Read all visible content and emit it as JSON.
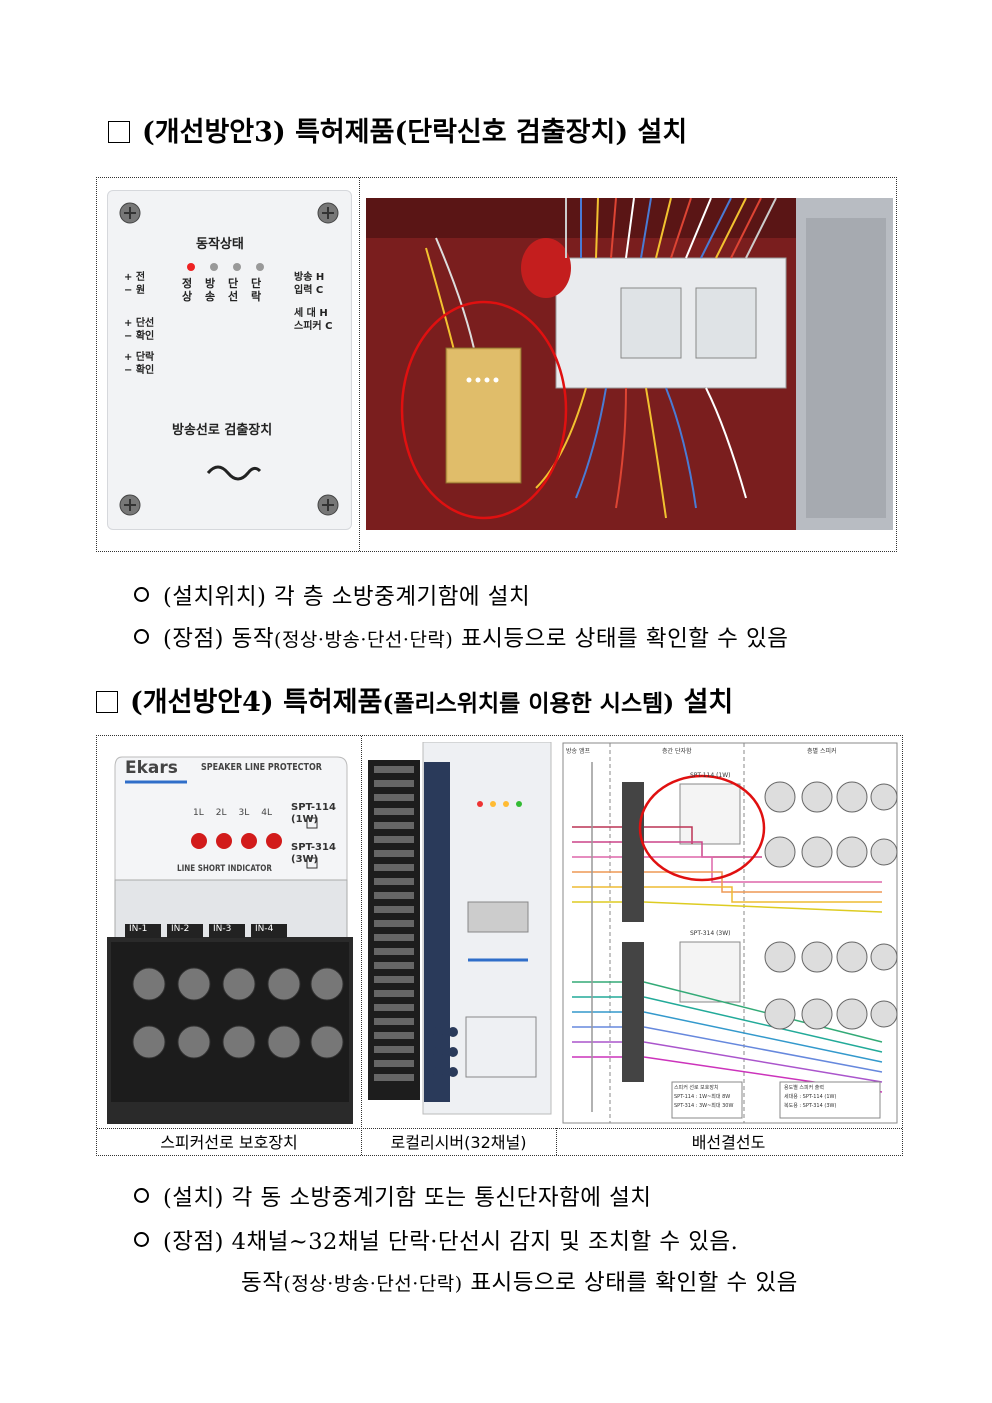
{
  "section3": {
    "heading": "(개선방안3) 특허제품(단락신호 검출장치) 설치",
    "device_panel": {
      "status_title": "동작상태",
      "power_label": "+ 전\n− 원",
      "open_label": "+ 단선\n− 확인",
      "short_label": "+ 단락\n− 확인",
      "lamps": [
        "정상",
        "방송",
        "단선",
        "단락"
      ],
      "broadcast_input": "방송 H\n입력 C",
      "unit_speaker": "세 대 H\n스피커 C",
      "device_name": "방송선로 검출장치"
    },
    "bullets": [
      {
        "head": "(설치위치)",
        "text": "각 층 소방중계기함에 설치"
      },
      {
        "head": "(장점)",
        "pre": "동작",
        "small": "(정상·방송·단선·단락)",
        "post": "표시등으로 상태를 확인할 수 있음"
      }
    ]
  },
  "section4": {
    "heading_a": "(개선방안4) 특허제품",
    "heading_b": "(폴리스위치를 이용한 시스템)",
    "heading_c": "설치",
    "protector": {
      "brand": "Ekars",
      "product": "SPEAKER LINE PROTECTOR",
      "channels": [
        "1L",
        "2L",
        "3L",
        "4L"
      ],
      "model1": "SPT-114",
      "model1_w": "(1W)",
      "model2": "SPT-314",
      "model2_w": "(3W)",
      "indicator": "LINE SHORT INDICATOR",
      "inputs": [
        "IN-1",
        "IN-2",
        "IN-3",
        "IN-4"
      ]
    },
    "diagram": {
      "col1": "방송 앰프",
      "col2": "층간 단자함",
      "col3": "층별 스피커",
      "box1": "SPT-114 (1W)",
      "box2": "SPT-314 (3W)",
      "note_a": "스피커 선로 보호장치\nSPT-114 : 1W~최대 8W\nSPT-314 : 3W~최대 30W",
      "note_b": "용도별 스피커 출력\n세대용 : SPT-114 (1W)\n복도용 : SPT-314 (3W)"
    },
    "captions": [
      "스피커선로 보호장치",
      "로컬리시버(32채널)",
      "배선결선도"
    ],
    "bullets": [
      {
        "head": "(설치)",
        "text": "각 동 소방중계기함 또는 통신단자함에 설치"
      },
      {
        "head": "(장점)",
        "text": "4채널~32채널 단락·단선시 감지 및 조치할 수 있음."
      }
    ],
    "continuation": {
      "pre": "동작",
      "small": "(정상·방송·단선·단락)",
      "post": "표시등으로 상태를 확인할 수 있음"
    }
  }
}
